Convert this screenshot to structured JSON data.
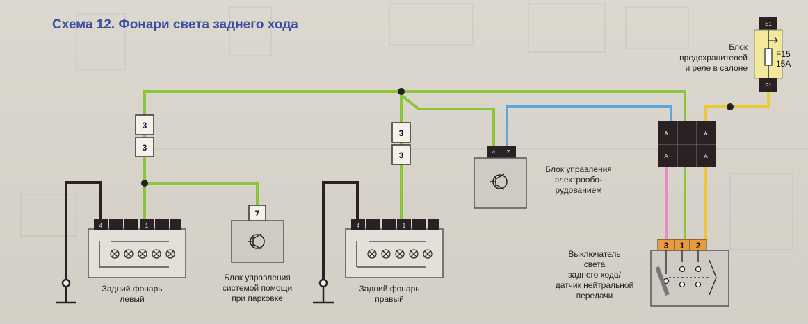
{
  "title": "Схема 12. Фонари света заднего хода",
  "fuse_block": {
    "label_lines": [
      "Блок",
      "предохранителей",
      "и реле в салоне"
    ],
    "fuse_id": "F15",
    "fuse_rating": "15A",
    "pin_top": "E1",
    "pin_bottom": "S1"
  },
  "connectors": {
    "left_upper": "3",
    "left_lower": "3",
    "right_upper": "3",
    "right_lower": "3",
    "parking_pin": "7"
  },
  "lamp_left": {
    "pins": [
      "4",
      "1"
    ],
    "label_lines": [
      "Задний фонарь",
      "левый"
    ]
  },
  "lamp_right": {
    "pins": [
      "4",
      "1"
    ],
    "label_lines": [
      "Задний фонарь",
      "правый"
    ]
  },
  "parking_unit": {
    "label_lines": [
      "Блок управления",
      "системой помощи",
      "при парковке"
    ]
  },
  "electro_unit": {
    "pins": [
      "4",
      "7"
    ],
    "label_lines": [
      "Блок управления",
      "электрообо-",
      "рудованием"
    ]
  },
  "relay_block": {
    "pins": [
      "A",
      "A",
      "A",
      "A"
    ]
  },
  "switch": {
    "pins": [
      "3",
      "1",
      "2"
    ],
    "label_lines": [
      "Выключатель",
      "света",
      "заднего хода/",
      "датчик нейтральной",
      "передачи"
    ]
  },
  "colors": {
    "green_wire": "#8cc43c",
    "blue_wire": "#5aa6e0",
    "pink_wire": "#e98bc4",
    "yellow_wire": "#e9c83a",
    "black_wire": "#2a2222",
    "title": "#3b4fa0"
  }
}
